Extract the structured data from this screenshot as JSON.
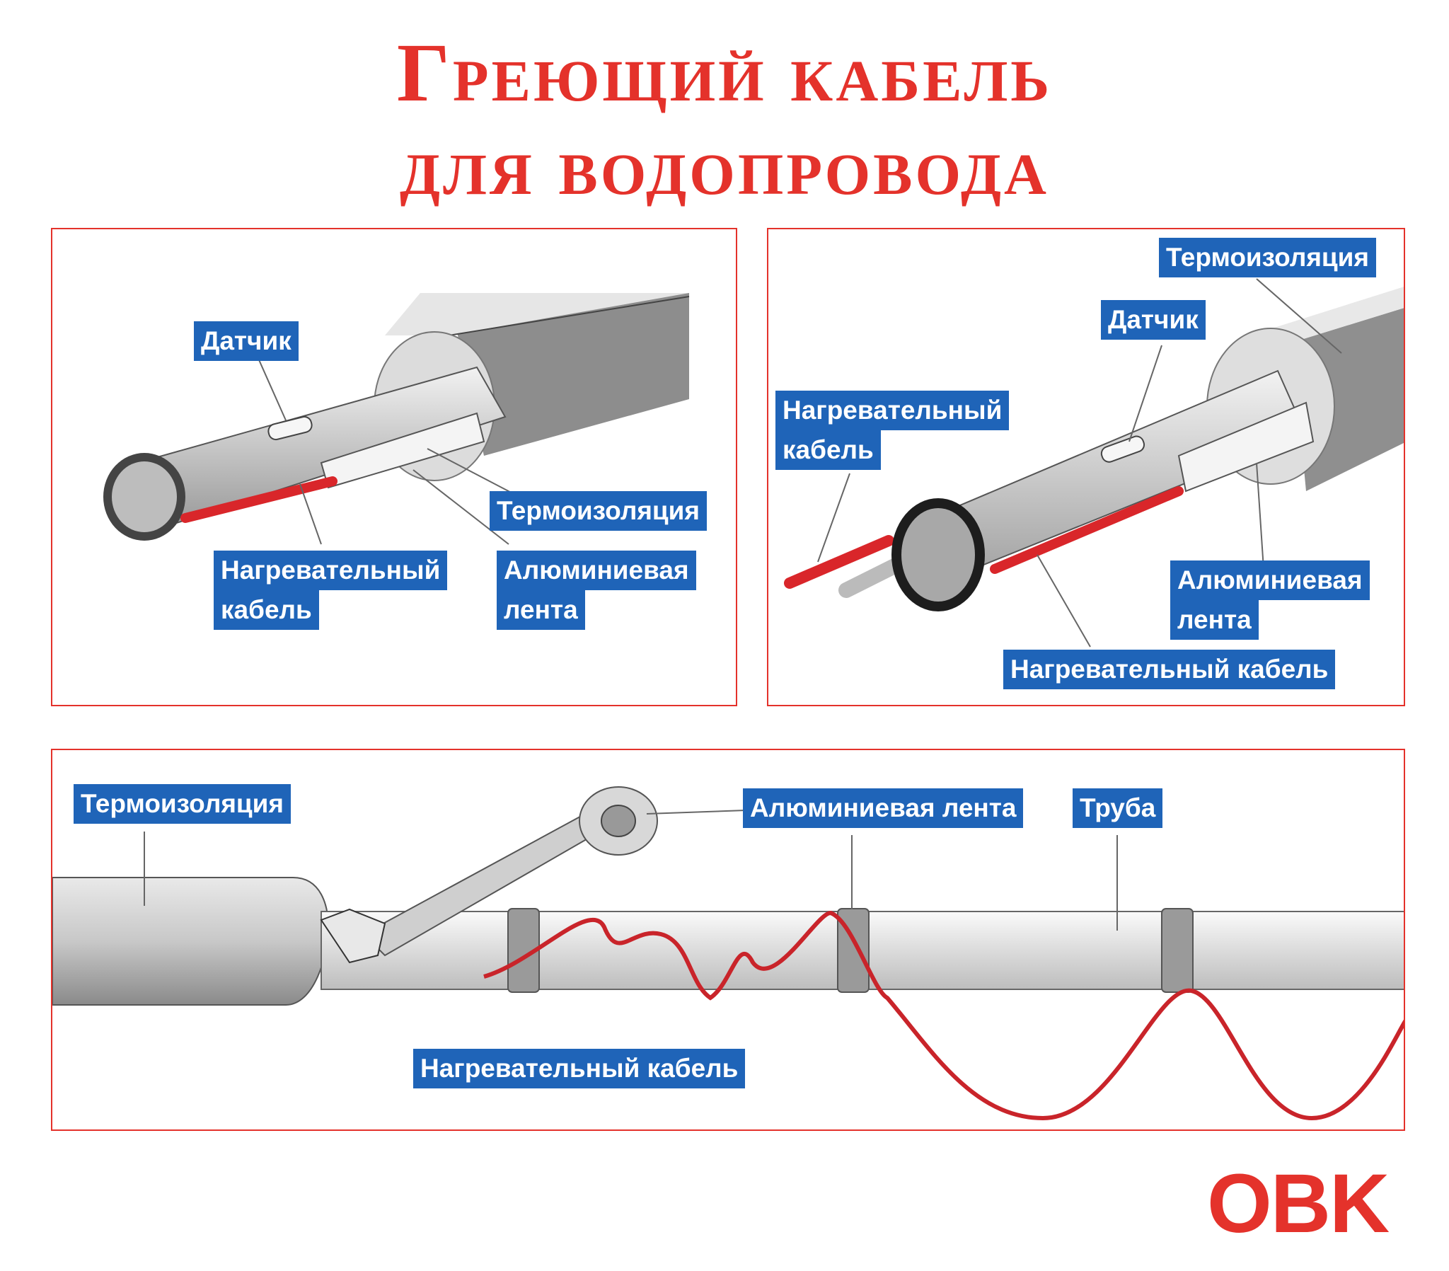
{
  "title": {
    "line1": "Греющий кабель",
    "line2": "для водопровода"
  },
  "panel1": {
    "sensor": "Датчик",
    "insulation": "Термоизоляция",
    "heating_cable_line1": "Нагревательный",
    "heating_cable_line2": "кабель",
    "alu_tape_line1": "Алюминиевая",
    "alu_tape_line2": "лента"
  },
  "panel2": {
    "insulation": "Термоизоляция",
    "sensor": "Датчик",
    "heating_cable_line1": "Нагревательный",
    "heating_cable_line2": "кабель",
    "alu_tape_line1": "Алюминиевая",
    "alu_tape_line2": "лента",
    "heating_cable": "Нагревательный кабель"
  },
  "panel3": {
    "insulation": "Термоизоляция",
    "alu_tape": "Алюминиевая лента",
    "pipe": "Труба",
    "heating_cable": "Нагревательный кабель"
  },
  "logo": "OBK",
  "colors": {
    "accent_red": "#e4322b",
    "label_blue": "#1f64b8",
    "cable_red": "#d9262a"
  }
}
